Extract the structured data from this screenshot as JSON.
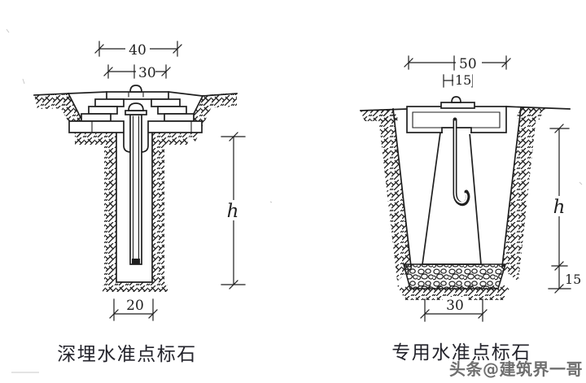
{
  "left_diagram": {
    "caption": "深埋水准点标石",
    "dim_top_width": "40",
    "dim_cap_width": "30",
    "dim_depth": "h",
    "dim_shaft_width": "20"
  },
  "right_diagram": {
    "caption": "专用水准点标石",
    "dim_top_width": "50",
    "dim_cap_width": "15",
    "dim_depth": "h",
    "dim_gravel_depth": "15",
    "dim_base_width": "30"
  },
  "watermark": {
    "text": "头条@建筑界一哥"
  },
  "colors": {
    "ink": "#1f1f1f",
    "paper": "#ffffff",
    "watermark_gray": "#6f6f6f",
    "caption": "#23232b"
  }
}
